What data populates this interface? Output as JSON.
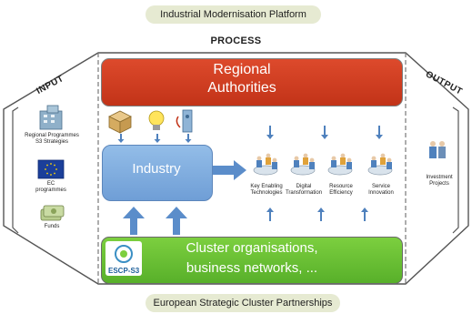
{
  "platform_title": "Industrial Modernisation Platform",
  "footer_title": "European Strategic Cluster Partnerships",
  "process_label": "PROCESS",
  "input_label": "INPUT",
  "output_label": "OUTPUT",
  "regional_authorities": {
    "line1": "Regional",
    "line2": "Authorities"
  },
  "industry_label": "Industry",
  "cluster": {
    "line1": "Cluster organisations,",
    "line2": "business networks, ...",
    "logo_text": "ESCP-S3"
  },
  "inputs": [
    {
      "line1": "Regional Programmes",
      "line2": "S3 Strategies",
      "icon": "office-building-icon"
    },
    {
      "line1": "EC",
      "line2": "programmes",
      "icon": "eu-flag-icon"
    },
    {
      "line1": "Funds",
      "line2": "",
      "icon": "money-stack-icon"
    }
  ],
  "process_steps": [
    {
      "line1": "Key Enabling",
      "line2": "Technologies"
    },
    {
      "line1": "Digital",
      "line2": "Transformation"
    },
    {
      "line1": "Resource",
      "line2": "Efficiency"
    },
    {
      "line1": "Service",
      "line2": "Innovation"
    }
  ],
  "outputs": [
    {
      "line1": "Investment",
      "line2": "Projects",
      "icon": "investors-icon"
    }
  ],
  "top_icons": [
    "package-icon",
    "lightbulb-icon",
    "security-device-icon"
  ],
  "colors": {
    "regional": "#d03a1f",
    "cluster": "#63bb33",
    "industry": "#7ea9de",
    "arrow": "#4f81bd",
    "pill": "#e6ead2"
  }
}
